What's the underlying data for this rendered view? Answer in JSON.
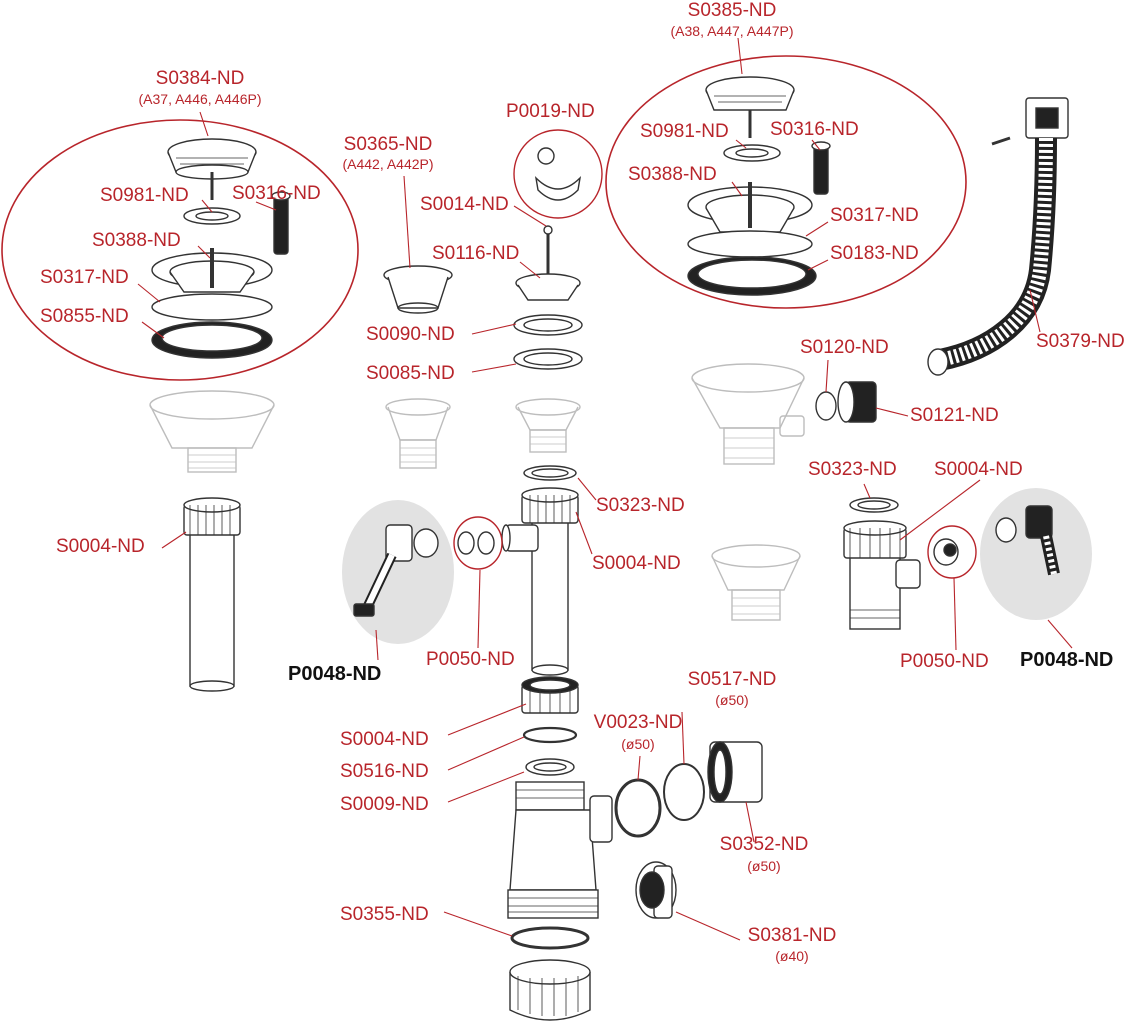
{
  "colors": {
    "accent": "#b8252b",
    "line": "#333333",
    "part_fill": "#ffffff",
    "faded_part": "#bfbfbf",
    "dark_part": "#1e1e1e",
    "highlight": "#e2e2e2"
  },
  "labels": {
    "s0384": "S0384-ND",
    "s0384_sub": "(A37, A446, A446P)",
    "s0981_l": "S0981-ND",
    "s0316_l": "S0316-ND",
    "s0388_l": "S0388-ND",
    "s0317_l": "S0317-ND",
    "s0855": "S0855-ND",
    "s0365": "S0365-ND",
    "s0365_sub": "(A442, A442P)",
    "p0019": "P0019-ND",
    "s0014": "S0014-ND",
    "s0116": "S0116-ND",
    "s0090": "S0090-ND",
    "s0085": "S0085-ND",
    "s0385": "S0385-ND",
    "s0385_sub": "(A38, A447, A447P)",
    "s0981_r": "S0981-ND",
    "s0316_r": "S0316-ND",
    "s0388_r": "S0388-ND",
    "s0317_r": "S0317-ND",
    "s0183": "S0183-ND",
    "s0379": "S0379-ND",
    "s0120": "S0120-ND",
    "s0121": "S0121-ND",
    "s0004_a": "S0004-ND",
    "s0323_m": "S0323-ND",
    "s0004_b": "S0004-ND",
    "s0323_r": "S0323-ND",
    "s0004_r": "S0004-ND",
    "p0048_l": "P0048-ND",
    "p0050_l": "P0050-ND",
    "p0050_r": "P0050-ND",
    "p0048_r": "P0048-ND",
    "s0004_c": "S0004-ND",
    "s0516": "S0516-ND",
    "s0009": "S0009-ND",
    "v0023": "V0023-ND",
    "v0023_sub": "(ø50)",
    "s0517": "S0517-ND",
    "s0517_sub": "(ø50)",
    "s0352": "S0352-ND",
    "s0352_sub": "(ø50)",
    "s0355": "S0355-ND",
    "s0381": "S0381-ND",
    "s0381_sub": "(ø40)"
  }
}
